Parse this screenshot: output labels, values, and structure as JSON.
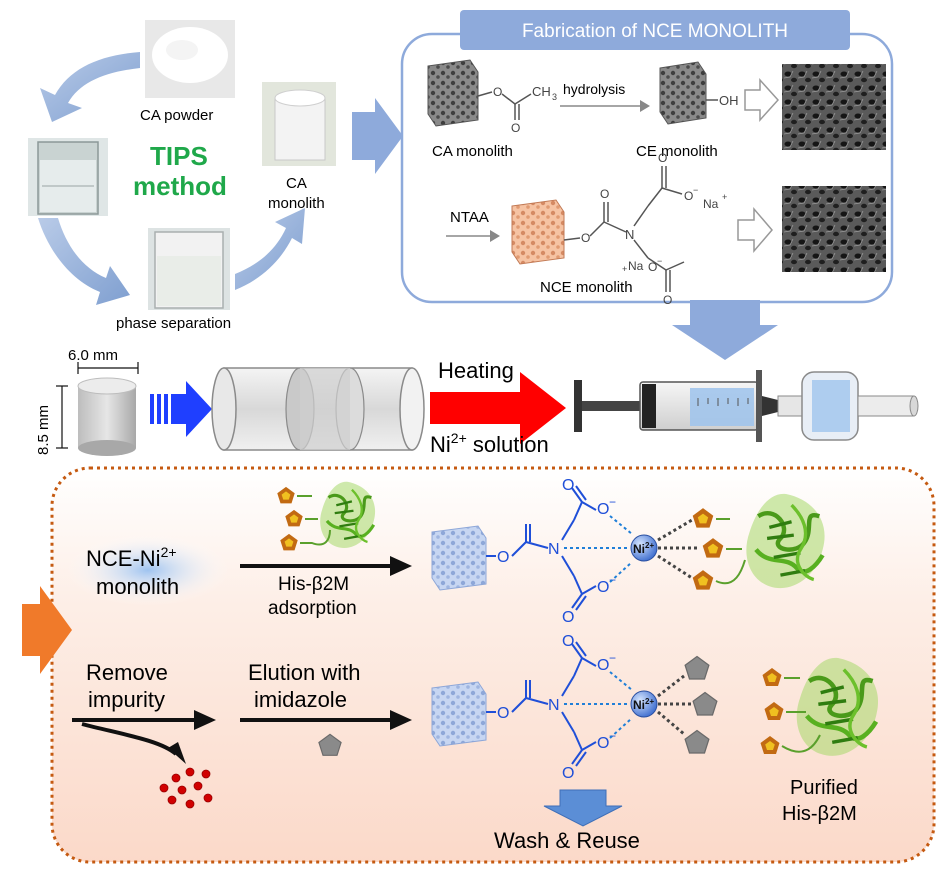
{
  "tips": {
    "ca_powder": "CA powder",
    "method_line1": "TIPS",
    "method_line2": "method",
    "ca_monolith_line1": "CA",
    "ca_monolith_line2": "monolith",
    "phase_separation": "phase separation"
  },
  "fabrication": {
    "title": "Fabrication of NCE MONOLITH",
    "ch3": "CH",
    "ch3_sub": "3",
    "hydrolysis": "hydrolysis",
    "oh": "OH",
    "ca_monolith": "CA monolith",
    "ce_monolith": "CE monolith",
    "ntaa": "NTAA",
    "o_minus_1": "O",
    "na_plus_1": "Na",
    "na_plus_2": "Na",
    "o_minus_2": "O",
    "n_atom": "N",
    "o_atom": "O",
    "nce_monolith": "NCE monolith",
    "colors": {
      "panel_border": "#7f9fd0",
      "title_fill": "#8eaadb",
      "monolith_gray": "#6f6f6f",
      "monolith_orange": "#f2b48f"
    }
  },
  "column": {
    "width_label": "6.0 mm",
    "height_label": "8.5 mm",
    "heating": "Heating",
    "ni_solution_prefix": "Ni",
    "ni_solution_sup": "2+",
    "ni_solution_suffix": " solution",
    "colors": {
      "blue_arrow": "#1f3fff",
      "red_arrow": "#ff0000"
    }
  },
  "purification": {
    "nce_ni_line1": "NCE-Ni",
    "nce_ni_sup": "2+",
    "nce_ni_line2": "monolith",
    "his_b2m_adsorption_line1": "His-β2M",
    "his_b2m_adsorption_line2": "adsorption",
    "remove_line1": "Remove",
    "remove_line2": "impurity",
    "elution_line1": "Elution with",
    "elution_line2": "imidazole",
    "ni_label": "Ni",
    "ni_sup": "2+",
    "o_minus": "O",
    "n_label": "N",
    "o_label": "O",
    "wash_reuse": "Wash & Reuse",
    "purified_line1": "Purified",
    "purified_line2": "His-β2M",
    "colors": {
      "dotted_border": "#c55a11",
      "panel_bg": "#fde9df",
      "chem_blue": "#1f4fd8",
      "impurity_red": "#d10000"
    }
  }
}
